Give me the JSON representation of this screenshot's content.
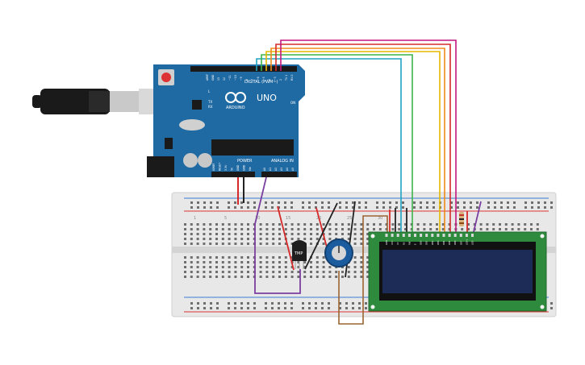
{
  "arduino": {
    "model_label": "UNO",
    "brand_label": "ARDUINO",
    "digital_header_label": "DIGITAL (PWM~)",
    "power_label": "POWER",
    "analog_label": "ANALOG IN",
    "on_label": "ON",
    "l_label": "L",
    "tx_label": "TX",
    "rx_label": "RX",
    "digital_pins": [
      "AREF",
      "GND",
      "13",
      "12",
      "~11",
      "~10",
      "~9",
      "8",
      "7",
      "~6",
      "~5",
      "4",
      "~3",
      "2",
      "TX 1",
      "RX 0"
    ],
    "power_pins": [
      "IOREF",
      "RESET",
      "3.3V",
      "5V",
      "GND",
      "GND",
      "Vin"
    ],
    "analog_pins": [
      "A0",
      "A1",
      "A2",
      "A3",
      "A4",
      "A5"
    ]
  },
  "breadboard": {
    "column_numbers": [
      "1",
      "5",
      "10",
      "15",
      "20",
      "25",
      "30"
    ]
  },
  "sensor": {
    "label": "TMP"
  },
  "lcd": {
    "pin_labels": [
      "GND",
      "VCC",
      "V0",
      "RS",
      "RW",
      "E",
      "DB0",
      "DB1",
      "DB2",
      "DB3",
      "DB4",
      "DB5",
      "DB6",
      "DB7",
      "LED+",
      "LED-"
    ]
  },
  "colors": {
    "board": "#1f6aa3",
    "breadboard": "#e8e8e8",
    "lcd_pcb": "#2e8b3e",
    "lcd_screen": "#1d2c56",
    "wire_cyan": "#1fa3c2",
    "wire_green": "#3cb44b",
    "wire_yellow": "#e6b800",
    "wire_orange": "#f08a1c",
    "wire_red": "#d62a2a",
    "wire_magenta": "#c2177d",
    "wire_purple": "#7b3fa0",
    "wire_brown": "#9a6433",
    "wire_black": "#222222"
  }
}
